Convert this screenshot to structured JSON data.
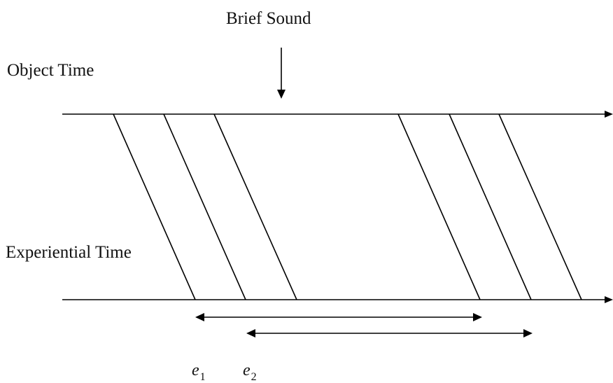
{
  "labels": {
    "brief_sound": "Brief Sound",
    "object_time": "Object Time",
    "experiential_time": "Experiential Time",
    "e1_base": "e",
    "e1_sub": "1",
    "e2_base": "e",
    "e2_sub": "2"
  }
}
